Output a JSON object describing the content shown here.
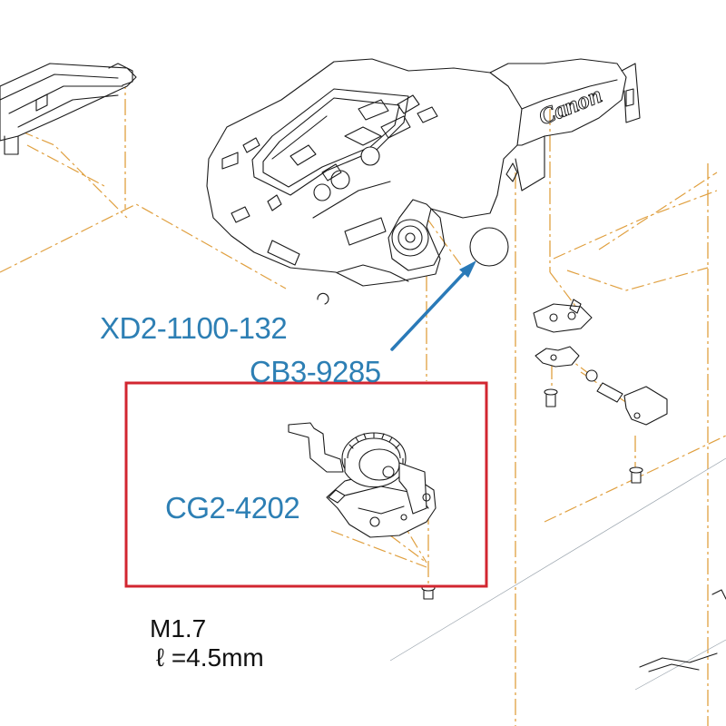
{
  "parts": {
    "button_cover": "XD2-1100-132",
    "ball": "CB3-9285",
    "dial_unit": "CG2-4202"
  },
  "screw_spec": {
    "size": "M1.7",
    "length": "ℓ =4.5mm"
  },
  "brand_mark": "Canon",
  "colors": {
    "label_blue": "#2d7fb4",
    "leader_orange": "#e0a040",
    "highlight_red": "#d22630",
    "arrow_blue": "#2a7ab8"
  }
}
